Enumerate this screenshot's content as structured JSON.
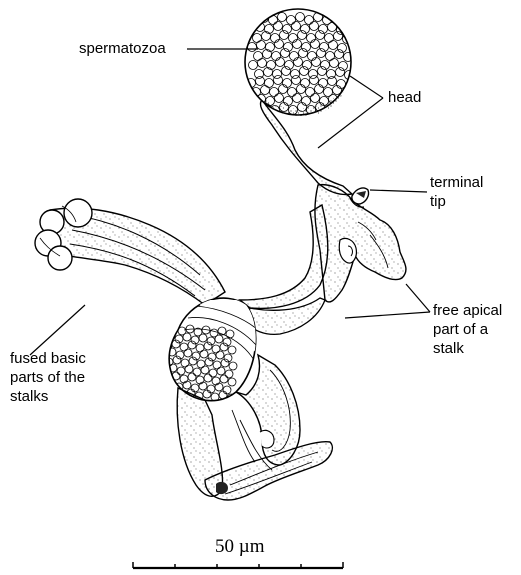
{
  "labels": {
    "spermatozoa": "spermatozoa",
    "head": "head",
    "terminal_tip": [
      "terminal",
      "tip"
    ],
    "free_apical": [
      "free apical",
      "part of a",
      "stalk"
    ],
    "fused_basic": [
      "fused basic",
      "parts of the",
      "stalks"
    ]
  },
  "scale_bar": {
    "label": "50 µm",
    "value": 50,
    "unit": "µm"
  },
  "colors": {
    "ink": "#000000",
    "stipple": "#3a3a3a",
    "background": "#ffffff"
  }
}
